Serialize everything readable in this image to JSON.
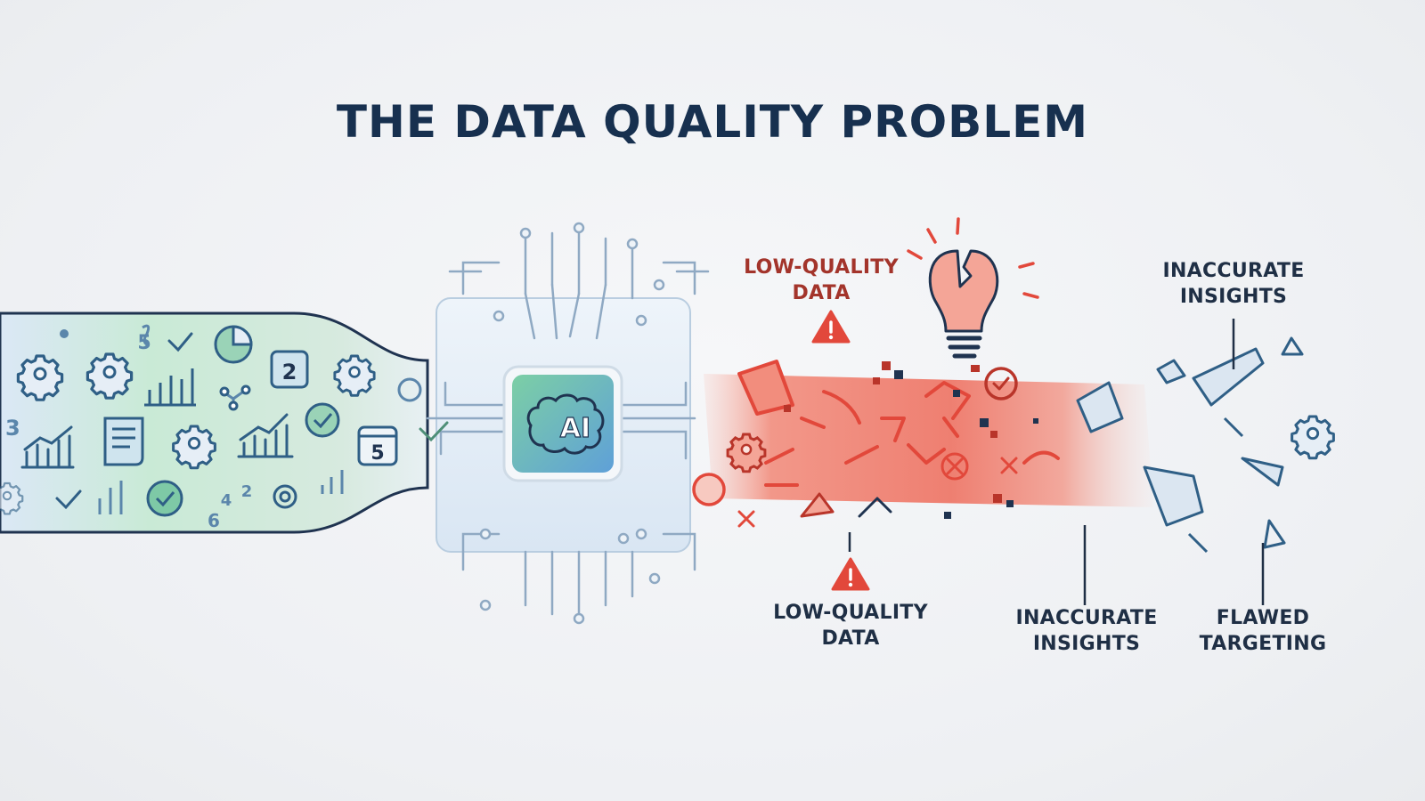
{
  "title": "THE DATA QUALITY PROBLEM",
  "chip": {
    "text": "AI"
  },
  "digits": {
    "d2": "2",
    "d5": "5",
    "d3": "3",
    "d5s": "5",
    "d4": "4",
    "d6": "6",
    "d2b": "2"
  },
  "labels": {
    "top_low_quality": [
      "LOW-QUALITY",
      "DATA"
    ],
    "top_inaccurate": [
      "INACCURATE",
      "INSIGHTS"
    ],
    "bottom_low_quality": [
      "LOW-QUALITY",
      "DATA"
    ],
    "bottom_inaccurate": [
      "INACCURATE",
      "INSIGHTS"
    ],
    "bottom_flawed": [
      "FLAWED",
      "TARGETING"
    ]
  },
  "icons": [
    "gear-icon",
    "gear-icon",
    "gear-icon",
    "gear-icon",
    "gear-icon",
    "bar-chart-icon",
    "line-chart-icon",
    "pie-chart-icon",
    "document-icon",
    "calendar-icon",
    "check-circle-icon",
    "checkmark-icon",
    "warning-icon",
    "lightbulb-icon",
    "brain-icon",
    "circuit-icon"
  ],
  "colors": {
    "navy": "#17304f",
    "icon_blue": "#2f5f86",
    "red": "#e2483b",
    "label_red": "#a3342b",
    "funnel_green": "#c9ead6",
    "funnel_blue": "#dbe8f6",
    "chip_blue": "#5fa0d8",
    "chip_green": "#7ccfa5"
  }
}
